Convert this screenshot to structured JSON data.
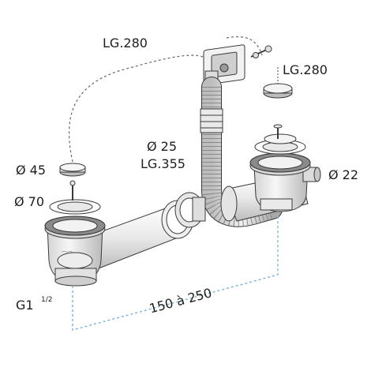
{
  "diagram": {
    "labels": {
      "lg280_top": "LG.280",
      "lg280_right": "LG.280",
      "diam25": "Ø 25",
      "lg355": "LG.355",
      "diam45": "Ø 45",
      "diam70": "Ø 70",
      "diam22": "Ø 22",
      "dimension": "150 à 250",
      "thread_main": "G1",
      "thread_fraction": "1/2"
    },
    "colors": {
      "dimension_line": "#7fb2cf",
      "outline": "#3a3a3a",
      "metal_light": "#e6e6e6",
      "metal_dark": "#6e6e6e"
    }
  }
}
